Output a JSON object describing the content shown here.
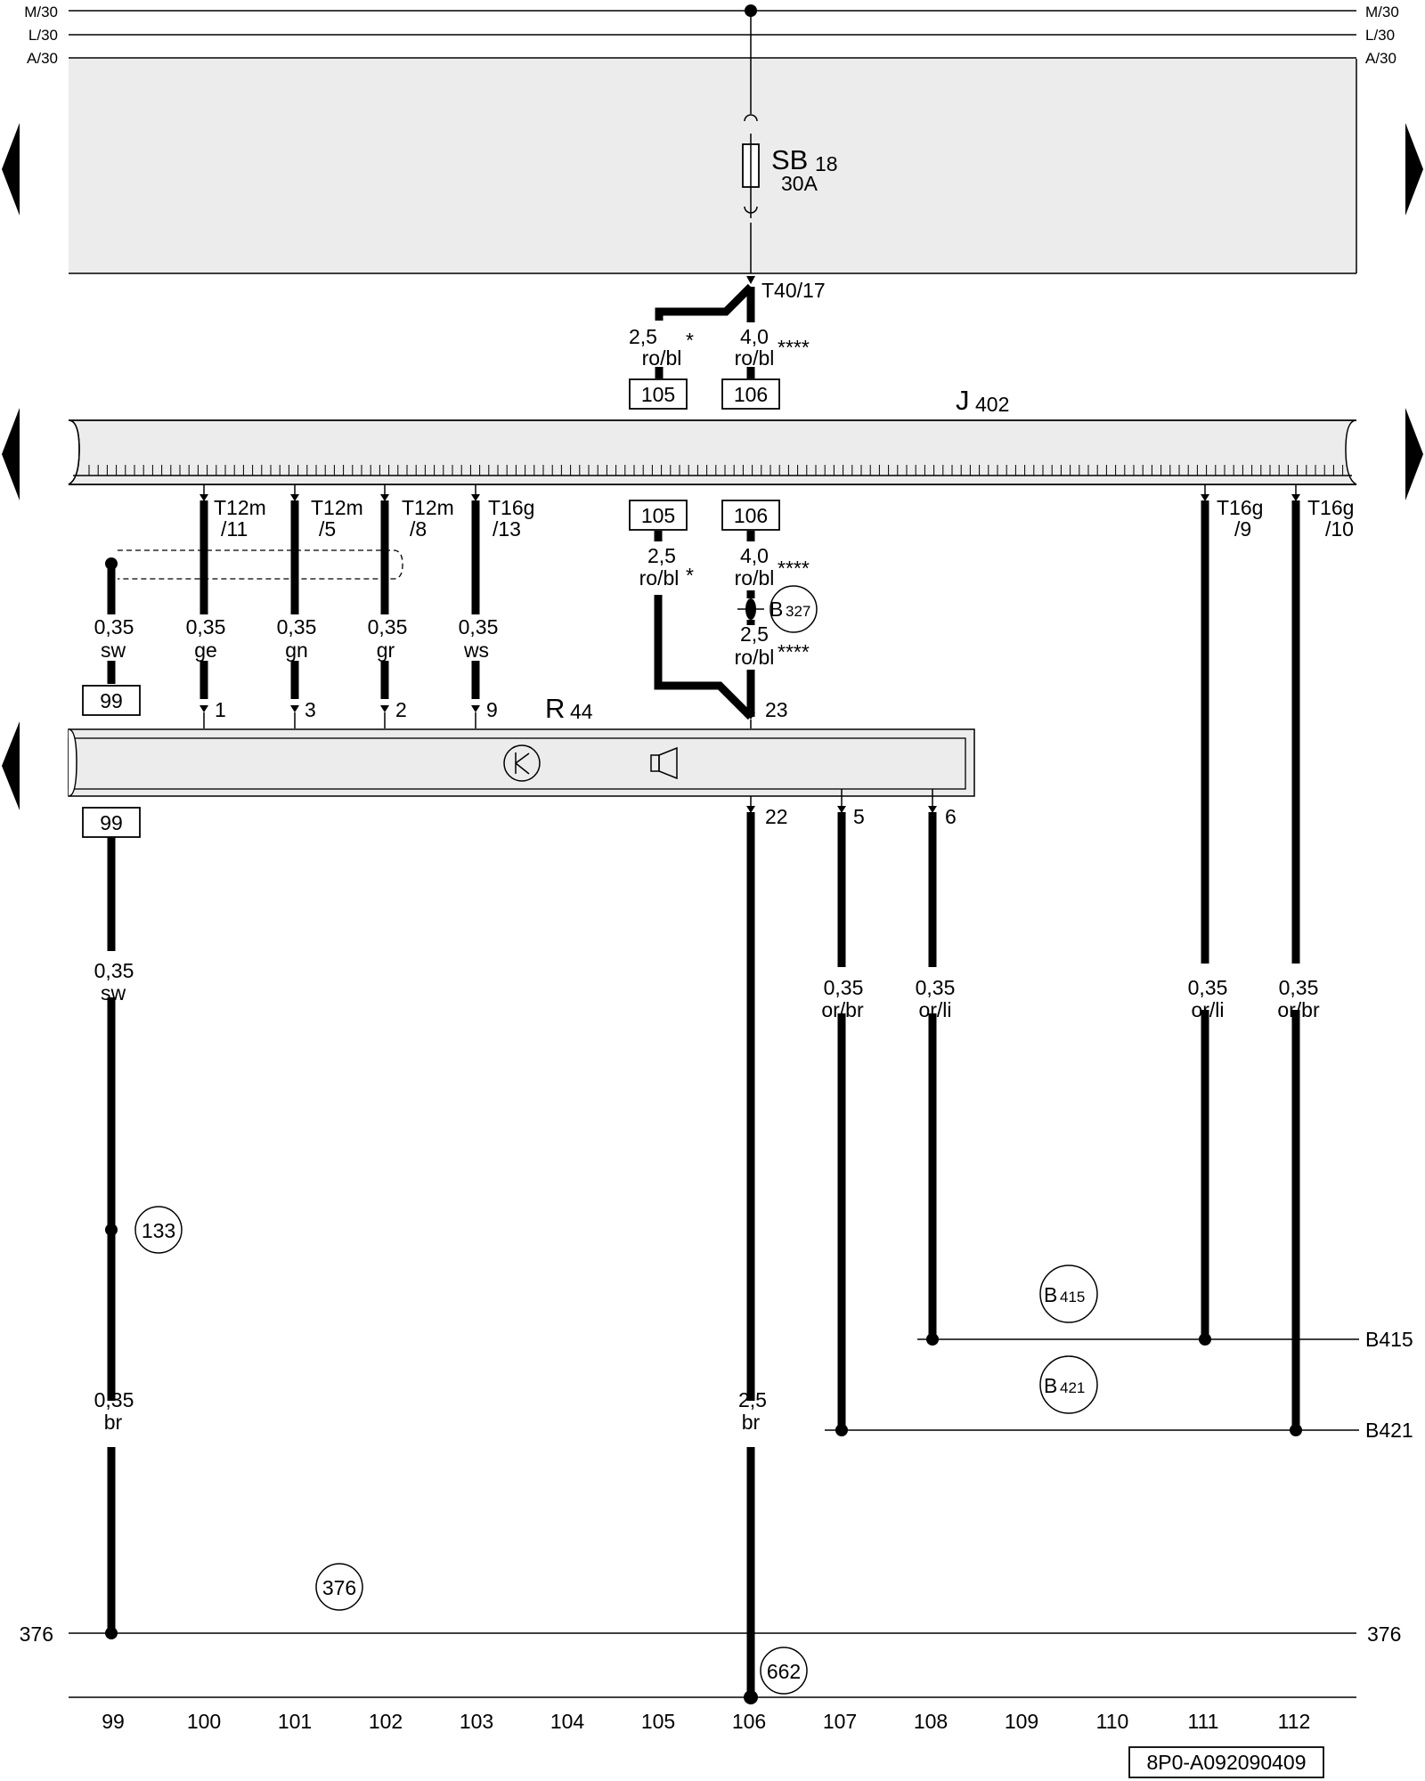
{
  "rails": {
    "m30": "M/30",
    "l30": "L/30",
    "a30": "A/30"
  },
  "fuse": {
    "name": "SB",
    "number": "18",
    "rating": "30A"
  },
  "top_connector": "T40/17",
  "j402": {
    "name": "J",
    "number": "402"
  },
  "r44": {
    "name": "R",
    "number": "44"
  },
  "top_wires": [
    {
      "size": "2,5",
      "color": "ro/bl",
      "mark": "*",
      "ref": "105"
    },
    {
      "size": "4,0",
      "color": "ro/bl",
      "mark": "****",
      "ref": "106"
    }
  ],
  "j402_pins": [
    {
      "conn": "T12m",
      "pin": "/11"
    },
    {
      "conn": "T12m",
      "pin": "/5"
    },
    {
      "conn": "T12m",
      "pin": "/8"
    },
    {
      "conn": "T16g",
      "pin": "/13"
    },
    {
      "conn": "T16g",
      "pin": "/9"
    },
    {
      "conn": "T16g",
      "pin": "/10"
    }
  ],
  "mid_refs": [
    "105",
    "106"
  ],
  "mid_wires": [
    {
      "size": "2,5",
      "color": "ro/bl",
      "mark": "*"
    },
    {
      "size": "4,0",
      "color": "ro/bl",
      "mark": "****"
    },
    {
      "size": "2,5",
      "color": "ro/bl",
      "mark": "****"
    }
  ],
  "b327": {
    "letter": "B",
    "number": "327"
  },
  "r44_upper_wires": [
    {
      "size": "0,35",
      "color": "sw"
    },
    {
      "size": "0,35",
      "color": "ge"
    },
    {
      "size": "0,35",
      "color": "gn"
    },
    {
      "size": "0,35",
      "color": "gr"
    },
    {
      "size": "0,35",
      "color": "ws"
    }
  ],
  "r44_top_pins": [
    "1",
    "3",
    "2",
    "9",
    "23"
  ],
  "r44_bottom_pins": [
    "22",
    "5",
    "6"
  ],
  "ref_99": "99",
  "lower_wires": [
    {
      "size": "0,35",
      "color": "sw"
    },
    {
      "size": "0,35",
      "color": "or/br"
    },
    {
      "size": "0,35",
      "color": "or/li"
    },
    {
      "size": "0,35",
      "color": "or/li"
    },
    {
      "size": "0,35",
      "color": "or/br"
    },
    {
      "size": "0,35",
      "color": "br"
    },
    {
      "size": "2,5",
      "color": "br"
    }
  ],
  "ground_points": {
    "g133": "133",
    "g376": "376",
    "g662": "662"
  },
  "bus": {
    "b415": {
      "letter": "B",
      "number": "415",
      "label": "B415"
    },
    "b421": {
      "letter": "B",
      "number": "421",
      "label": "B421"
    },
    "line376_left": "376",
    "line376_right": "376"
  },
  "columns": [
    "99",
    "100",
    "101",
    "102",
    "103",
    "104",
    "105",
    "106",
    "107",
    "108",
    "109",
    "110",
    "111",
    "112"
  ],
  "doc_code": "8P0-A092090409"
}
